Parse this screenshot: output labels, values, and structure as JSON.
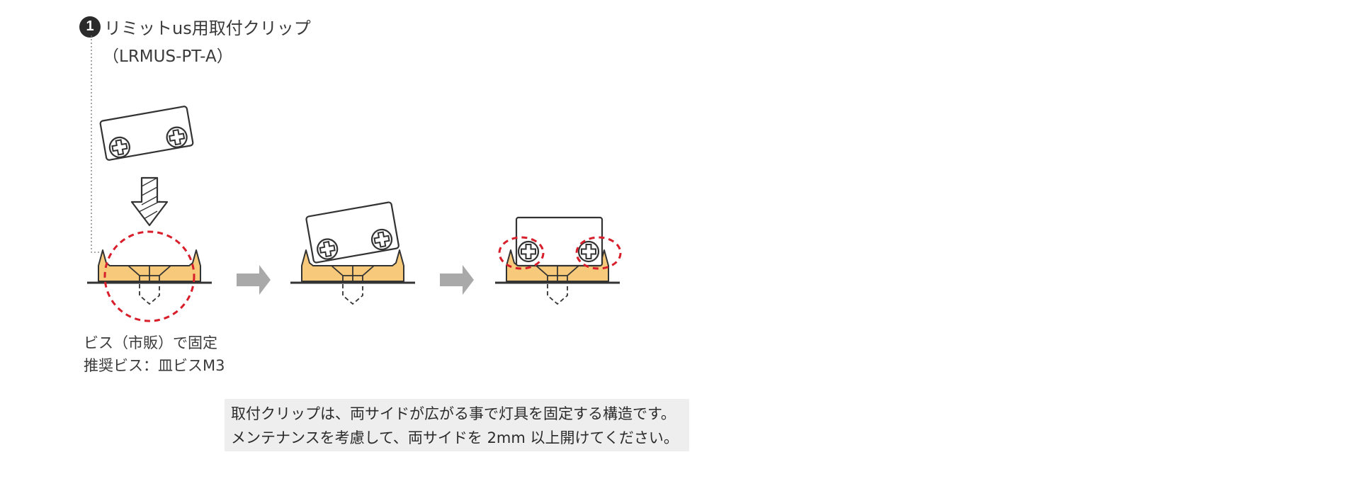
{
  "step": {
    "number": "1",
    "title": "リミットus用取付クリップ",
    "part_code": "（LRMUS-PT-A）"
  },
  "screw_caption": {
    "line1": "ビス（市販）で固定",
    "line2": "推奨ビス：皿ビスM3"
  },
  "note": {
    "line1": "取付クリップは、両サイドが広がる事で灯具を固定する構造です。",
    "line2": "メンテナンスを考慮して、両サイドを 2mm 以上開けてください。"
  },
  "colors": {
    "clip_fill": "#f7c97a",
    "outline": "#333333",
    "highlight": "#d81e2a",
    "arrow_gray": "#a9a9a9",
    "note_bg": "#eeeeee"
  },
  "icons": [
    "down-arrow-icon",
    "right-arrow-icon",
    "phillips-screw-icon"
  ]
}
